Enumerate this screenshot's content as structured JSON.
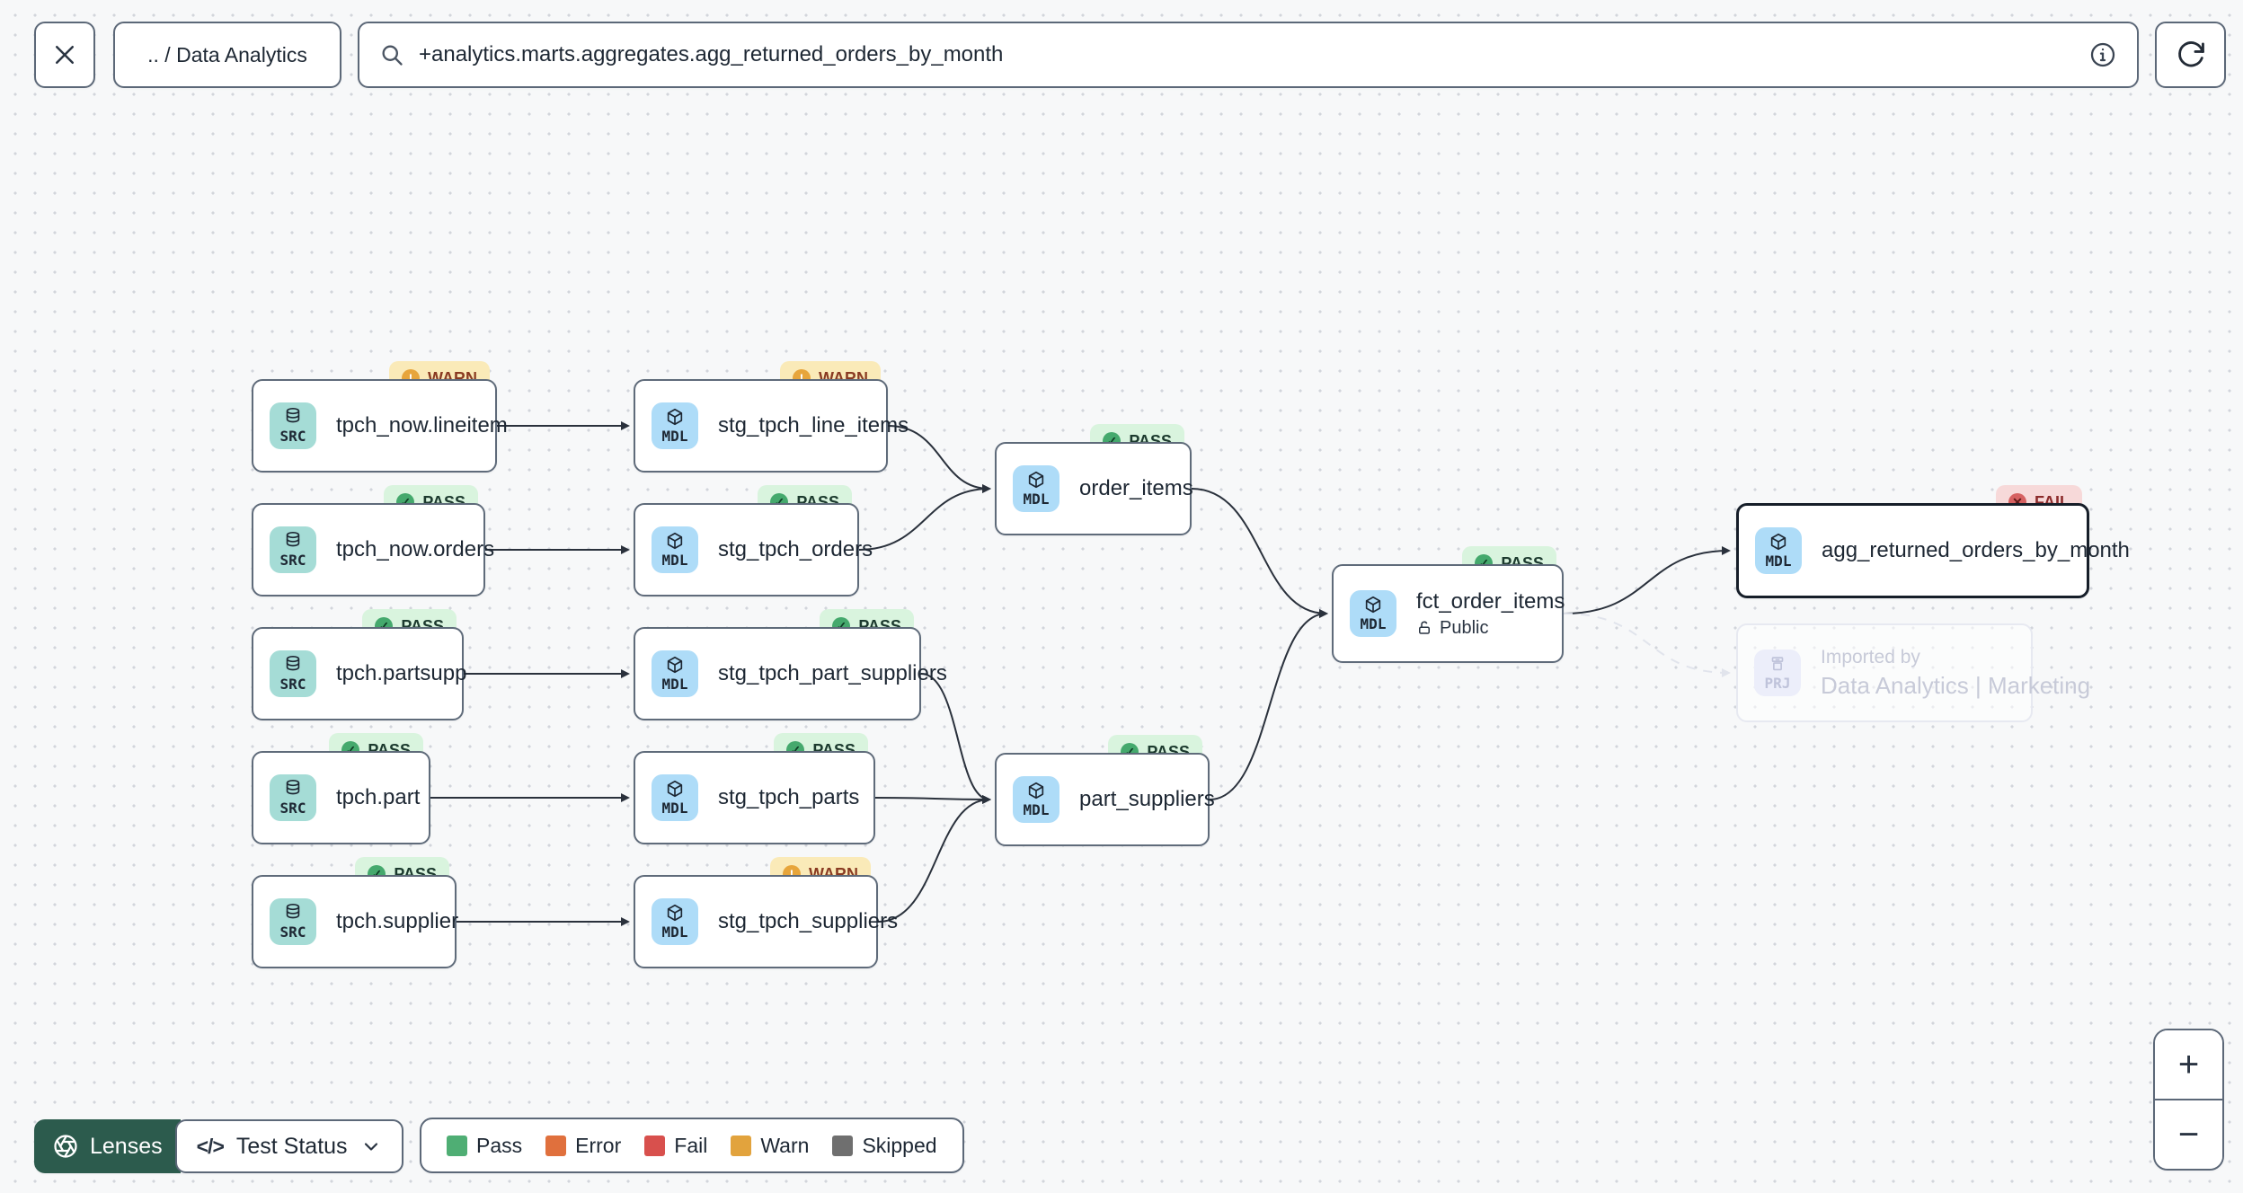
{
  "toolbar": {
    "breadcrumb": ".. / Data Analytics",
    "search": {
      "value": "+analytics.marts.aggregates.agg_returned_orders_by_month"
    }
  },
  "graph": {
    "nodes": [
      {
        "id": "tpch_now.lineitem",
        "type": "SRC",
        "label": "tpch_now.lineitem",
        "badge": {
          "status": "WARN",
          "icon": "!"
        }
      },
      {
        "id": "stg_tpch_line_items",
        "type": "MDL",
        "label": "stg_tpch_line_items",
        "badge": {
          "status": "WARN",
          "icon": "!"
        }
      },
      {
        "id": "tpch_now.orders",
        "type": "SRC",
        "label": "tpch_now.orders",
        "badge": {
          "status": "PASS",
          "icon": "✓"
        }
      },
      {
        "id": "stg_tpch_orders",
        "type": "MDL",
        "label": "stg_tpch_orders",
        "badge": {
          "status": "PASS",
          "icon": "✓"
        }
      },
      {
        "id": "order_items",
        "type": "MDL",
        "label": "order_items",
        "badge": {
          "status": "PASS",
          "icon": "✓"
        }
      },
      {
        "id": "tpch.partsupp",
        "type": "SRC",
        "label": "tpch.partsupp",
        "badge": {
          "status": "PASS",
          "icon": "✓"
        }
      },
      {
        "id": "stg_tpch_part_suppliers",
        "type": "MDL",
        "label": "stg_tpch_part_suppliers",
        "badge": {
          "status": "PASS",
          "icon": "✓"
        }
      },
      {
        "id": "tpch.part",
        "type": "SRC",
        "label": "tpch.part",
        "badge": {
          "status": "PASS",
          "icon": "✓"
        }
      },
      {
        "id": "stg_tpch_parts",
        "type": "MDL",
        "label": "stg_tpch_parts",
        "badge": {
          "status": "PASS",
          "icon": "✓"
        }
      },
      {
        "id": "part_suppliers",
        "type": "MDL",
        "label": "part_suppliers",
        "badge": {
          "status": "PASS",
          "icon": "✓"
        }
      },
      {
        "id": "tpch.supplier",
        "type": "SRC",
        "label": "tpch.supplier",
        "badge": {
          "status": "PASS",
          "icon": "✓"
        }
      },
      {
        "id": "stg_tpch_suppliers",
        "type": "MDL",
        "label": "stg_tpch_suppliers",
        "badge": {
          "status": "WARN",
          "icon": "!"
        }
      },
      {
        "id": "fct_order_items",
        "type": "MDL",
        "label": "fct_order_items",
        "sublabel": "Public",
        "badge": {
          "status": "PASS",
          "icon": "✓"
        }
      },
      {
        "id": "agg_returned_orders_by_month",
        "type": "MDL",
        "label": "agg_returned_orders_by_month",
        "badge": {
          "status": "FAIL",
          "icon": "✕"
        },
        "selected": true
      },
      {
        "id": "imported_by",
        "type": "PRJ",
        "label": "Imported by",
        "sublabel": "Data Analytics | Marketing",
        "faded": true
      }
    ],
    "edges": [
      {
        "from": "tpch_now.lineitem",
        "to": "stg_tpch_line_items",
        "style": "solid"
      },
      {
        "from": "tpch_now.orders",
        "to": "stg_tpch_orders",
        "style": "solid"
      },
      {
        "from": "stg_tpch_line_items",
        "to": "order_items",
        "style": "solid"
      },
      {
        "from": "stg_tpch_orders",
        "to": "order_items",
        "style": "solid"
      },
      {
        "from": "tpch.partsupp",
        "to": "stg_tpch_part_suppliers",
        "style": "solid"
      },
      {
        "from": "tpch.part",
        "to": "stg_tpch_parts",
        "style": "solid"
      },
      {
        "from": "stg_tpch_part_suppliers",
        "to": "part_suppliers",
        "style": "solid"
      },
      {
        "from": "stg_tpch_parts",
        "to": "part_suppliers",
        "style": "solid"
      },
      {
        "from": "tpch.supplier",
        "to": "stg_tpch_suppliers",
        "style": "solid"
      },
      {
        "from": "stg_tpch_suppliers",
        "to": "part_suppliers",
        "style": "solid"
      },
      {
        "from": "order_items",
        "to": "fct_order_items",
        "style": "solid"
      },
      {
        "from": "part_suppliers",
        "to": "fct_order_items",
        "style": "solid"
      },
      {
        "from": "fct_order_items",
        "to": "agg_returned_orders_by_month",
        "style": "solid"
      },
      {
        "from": "fct_order_items",
        "to": "imported_by",
        "style": "dashed"
      }
    ]
  },
  "controls": {
    "lenses_label": "Lenses",
    "lens_selected": "Test Status",
    "code_icon": "</>",
    "legend": {
      "items": [
        {
          "label": "Pass",
          "color": "#4fae74"
        },
        {
          "label": "Error",
          "color": "#e0703d"
        },
        {
          "label": "Fail",
          "color": "#d8504d"
        },
        {
          "label": "Warn",
          "color": "#e2a33d"
        },
        {
          "label": "Skipped",
          "color": "#6f6f6f"
        }
      ]
    },
    "zoom_in_label": "+",
    "zoom_out_label": "−"
  }
}
